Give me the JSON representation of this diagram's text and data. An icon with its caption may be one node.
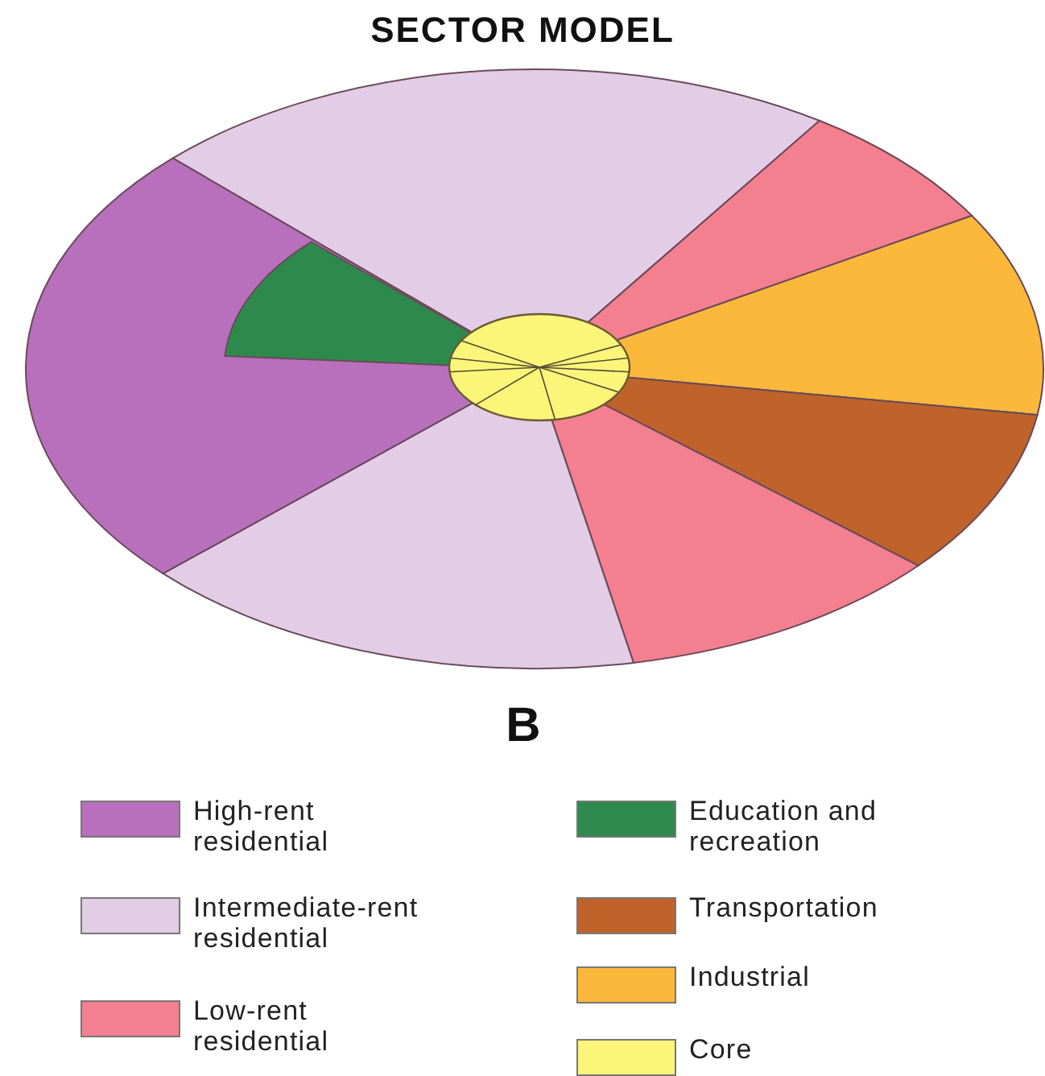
{
  "diagram": {
    "title": "SECTOR MODEL",
    "labels": [
      "B"
    ],
    "legend": [
      {
        "text": "High-rent residential",
        "color": "#b870bd"
      },
      {
        "text": "Intermediate-rent residential",
        "color": "#e3cce6"
      },
      {
        "text": "Low-rent residential",
        "color": "#f47f8f"
      },
      {
        "text": "Education and recreation",
        "color": "#2e8a4c"
      },
      {
        "text": "Transportation",
        "color": "#c0632a"
      },
      {
        "text": "Industrial",
        "color": "#fbb83a"
      },
      {
        "text": "Core",
        "color": "#fbf57a"
      }
    ]
  }
}
